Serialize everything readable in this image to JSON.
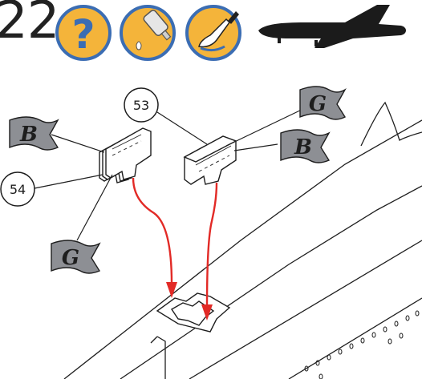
{
  "step": {
    "number": "22"
  },
  "icons": [
    {
      "name": "question-icon",
      "symbol": "?"
    },
    {
      "name": "glue-icon"
    },
    {
      "name": "paint-brush-icon"
    },
    {
      "name": "airplane-silhouette-icon"
    }
  ],
  "callouts": {
    "part_a": "53",
    "part_b": "54"
  },
  "flags": {
    "top_right": "G",
    "right": "B",
    "left": "B",
    "bottom_left": "G"
  },
  "colors": {
    "icon_circle": "#f4b43a",
    "icon_ring": "#3b6db3",
    "flag_fill": "#8d8f94",
    "arrow": "#e22a26",
    "line": "#1e1e1e"
  }
}
